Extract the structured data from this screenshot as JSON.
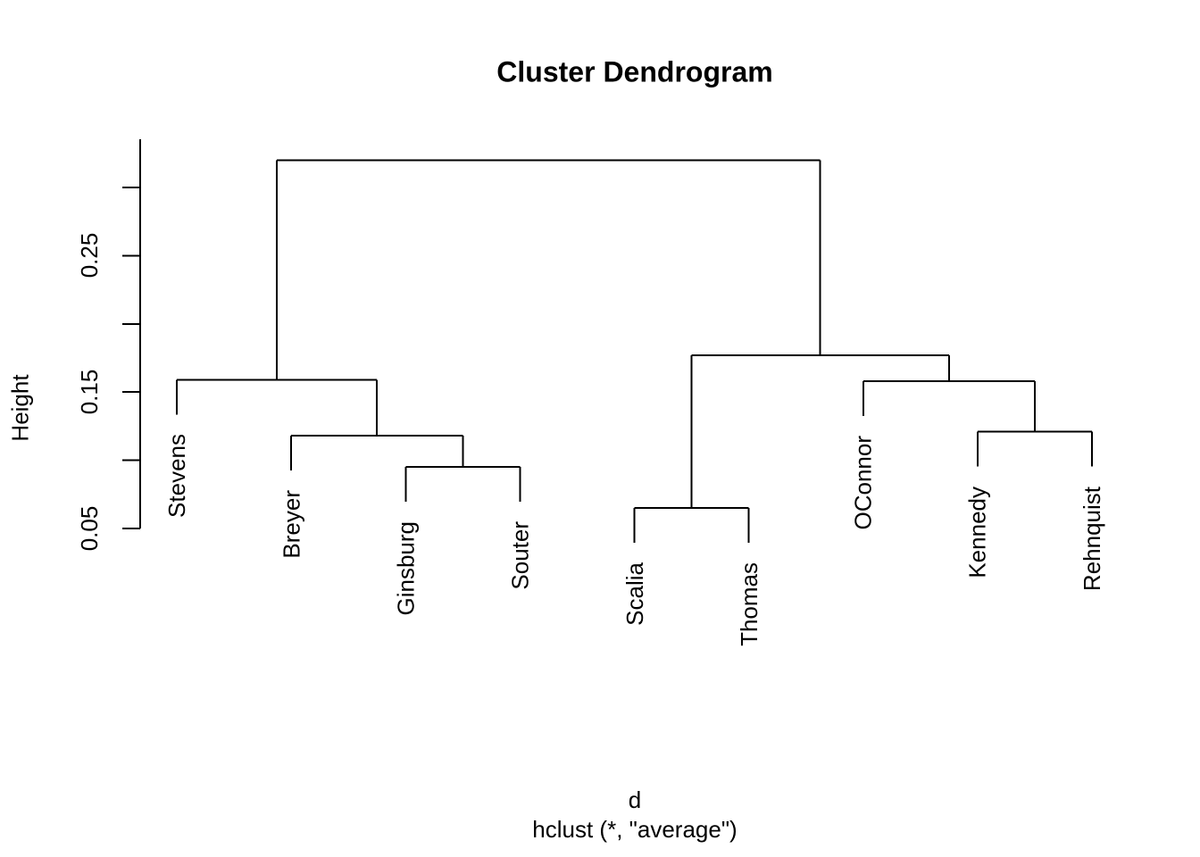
{
  "figure": {
    "background": "#ffffff"
  },
  "chart_data": {
    "type": "dendrogram",
    "title": "Cluster Dendrogram",
    "ylabel": "Height",
    "xlabel_lines": [
      "d",
      "hclust (*, \"average\")"
    ],
    "linkage_method": "average",
    "leaves": [
      "Stevens",
      "Breyer",
      "Ginsburg",
      "Souter",
      "Scalia",
      "Thomas",
      "OConnor",
      "Kennedy",
      "Rehnquist"
    ],
    "axis": {
      "side": "left",
      "tick_values": [
        0.05,
        0.1,
        0.15,
        0.2,
        0.25,
        0.3
      ],
      "labeled_ticks": [
        "0.05",
        "0.15",
        "0.25"
      ],
      "ylim": [
        0.05,
        0.335
      ],
      "grid": false
    },
    "merges": [
      {
        "cluster": [
          "Scalia",
          "Thomas"
        ],
        "height": 0.065
      },
      {
        "cluster": [
          "Ginsburg",
          "Souter"
        ],
        "height": 0.095
      },
      {
        "cluster": [
          "Breyer",
          "Ginsburg+Souter"
        ],
        "height": 0.118
      },
      {
        "cluster": [
          "Kennedy",
          "Rehnquist"
        ],
        "height": 0.121
      },
      {
        "cluster": [
          "OConnor",
          "Kennedy+Rehnquist"
        ],
        "height": 0.158
      },
      {
        "cluster": [
          "Stevens",
          "Breyer+Ginsburg+Souter"
        ],
        "height": 0.159
      },
      {
        "cluster": [
          "Scalia+Thomas",
          "OConnor+Kennedy+Rehnquist"
        ],
        "height": 0.177
      },
      {
        "cluster": [
          "Stevens+Breyer+Ginsburg+Souter",
          "Scalia+Thomas+OConnor+Kennedy+Rehnquist"
        ],
        "height": 0.32
      }
    ],
    "tree": {
      "height": 0.32,
      "children": [
        {
          "height": 0.159,
          "children": [
            {
              "leaf": "Stevens"
            },
            {
              "height": 0.118,
              "children": [
                {
                  "leaf": "Breyer"
                },
                {
                  "height": 0.095,
                  "children": [
                    {
                      "leaf": "Ginsburg"
                    },
                    {
                      "leaf": "Souter"
                    }
                  ]
                }
              ]
            }
          ]
        },
        {
          "height": 0.177,
          "children": [
            {
              "height": 0.065,
              "children": [
                {
                  "leaf": "Scalia"
                },
                {
                  "leaf": "Thomas"
                }
              ]
            },
            {
              "height": 0.158,
              "children": [
                {
                  "leaf": "OConnor"
                },
                {
                  "height": 0.121,
                  "children": [
                    {
                      "leaf": "Kennedy"
                    },
                    {
                      "leaf": "Rehnquist"
                    }
                  ]
                }
              ]
            }
          ]
        }
      ]
    },
    "colors": {
      "line": "#000000",
      "text": "#000000"
    }
  }
}
